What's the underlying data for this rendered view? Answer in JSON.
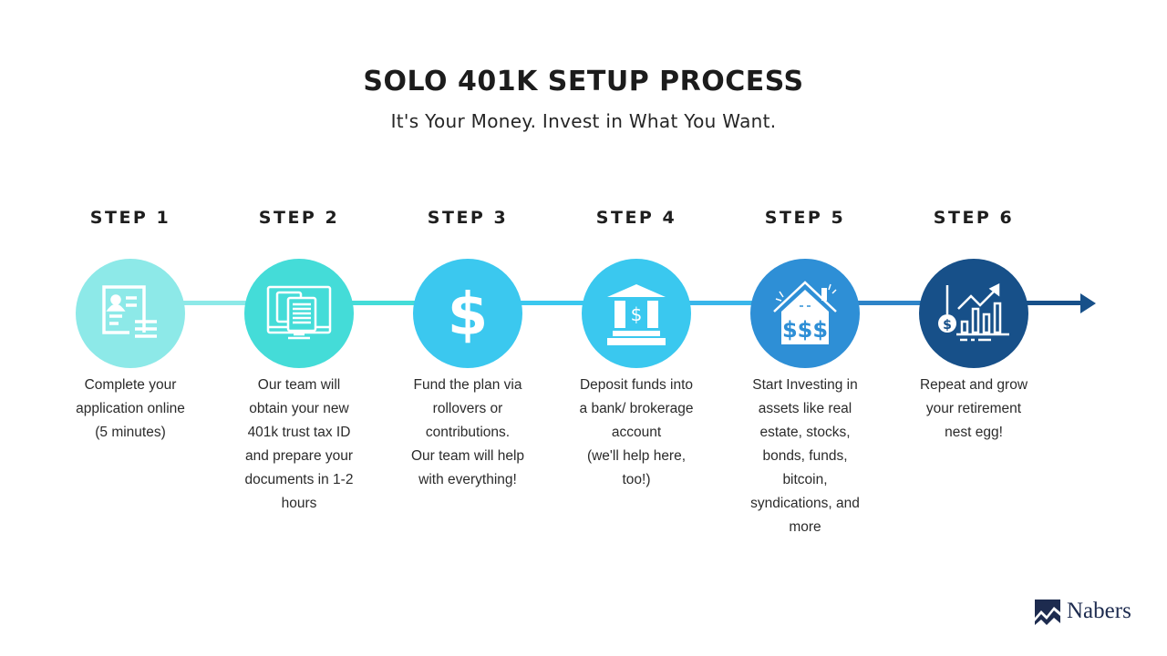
{
  "header": {
    "title": "SOLO 401K SETUP PROCESS",
    "subtitle": "It's Your Money. Invest in What You Want."
  },
  "timeline": {
    "connector_colors": [
      "#8de9e8",
      "#44dcd8",
      "#3bc8ef",
      "#3ab6ea",
      "#2e84c8",
      "#175089"
    ],
    "arrow_color": "#175089"
  },
  "steps": [
    {
      "label": "STEP 1",
      "icon": "application-form-icon",
      "color": "#8de9e8",
      "description": "Complete your\napplication online\n(5 minutes)"
    },
    {
      "label": "STEP 2",
      "icon": "documents-monitor-icon",
      "color": "#44dcd8",
      "description": "Our team will\nobtain your new\n401k trust tax ID\nand prepare your\ndocuments in 1-2\nhours"
    },
    {
      "label": "STEP 3",
      "icon": "dollar-sign-icon",
      "color": "#3bc8ef",
      "description": "Fund the plan via\nrollovers or\ncontributions.\nOur team will help\nwith everything!"
    },
    {
      "label": "STEP 4",
      "icon": "bank-icon",
      "color": "#3ac8ef",
      "description": "Deposit funds into\na bank/ brokerage\naccount\n(we'll help here,\ntoo!)"
    },
    {
      "label": "STEP 5",
      "icon": "house-money-icon",
      "color": "#2e8fd6",
      "description": "Start Investing in\nassets like real\nestate, stocks,\nbonds, funds,\nbitcoin,\nsyndications, and\nmore"
    },
    {
      "label": "STEP 6",
      "icon": "growth-chart-icon",
      "color": "#175089",
      "description": "Repeat and grow\nyour retirement\nnest egg!"
    }
  ],
  "footer": {
    "logo_text": "Nabers"
  }
}
